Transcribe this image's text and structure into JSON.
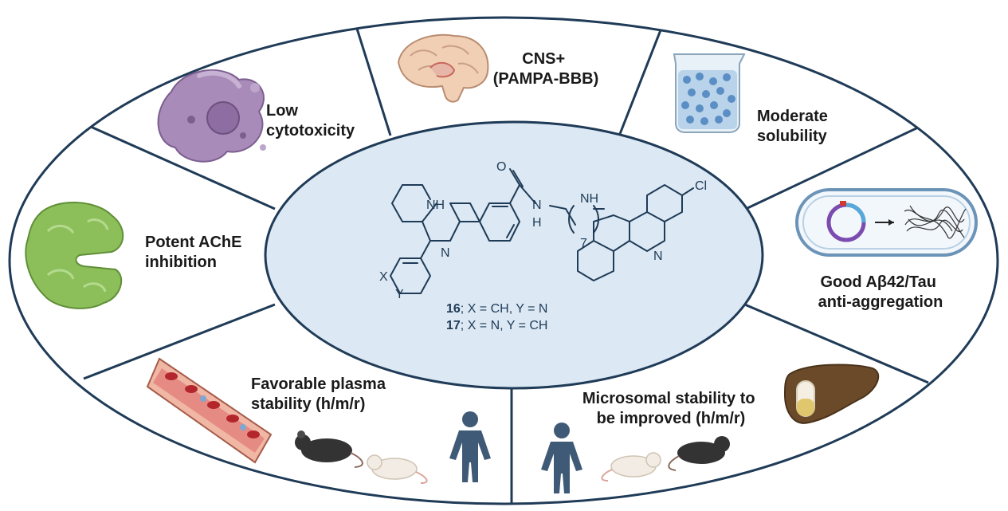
{
  "panels": {
    "cytotoxicity": {
      "lines": [
        "Low",
        "cytotoxicity"
      ],
      "icon": "cell-icon"
    },
    "cns": {
      "lines": [
        "CNS+",
        "(PAMPA-BBB)"
      ],
      "icon": "brain-icon"
    },
    "solubility": {
      "lines": [
        "Moderate",
        "solubility"
      ],
      "icon": "beaker-icon"
    },
    "ache": {
      "lines": [
        "Potent AChE",
        "inhibition"
      ],
      "icon": "enzyme-icon"
    },
    "aggregation": {
      "lines": [
        "Good Aβ42/Tau",
        "anti-aggregation"
      ],
      "icon": "bacterium-plasmid-icon"
    },
    "plasma": {
      "lines": [
        "Favorable plasma",
        "stability (h/m/r)"
      ],
      "icon": "blood-vessel-icon"
    },
    "microsomal": {
      "lines": [
        "Microsomal stability to",
        "be improved (h/m/r)"
      ],
      "icon": "liver-icon"
    }
  },
  "molecule": {
    "atoms": {
      "nh_top": "NH",
      "n_left": "N",
      "o": "O",
      "n_amide": "N",
      "h_amide": "H",
      "nh_link": "NH",
      "n_right": "N",
      "cl": "Cl",
      "x": "X",
      "y": "Y",
      "chain_n": "7"
    },
    "compounds": [
      {
        "id": "16",
        "rest": "; X = CH, Y = N"
      },
      {
        "id": "17",
        "rest": "; X = N, Y = CH"
      }
    ]
  },
  "colors": {
    "ring_fill": "#ffffff",
    "outline": "#1f3b57",
    "center_fill": "#dce9f4",
    "cell": "#a98bb9",
    "enzyme": "#8cbf5a",
    "beaker_beads": "#5a8ec4",
    "blood": "#b3262b",
    "liver": "#6b4a2a",
    "human": "#3f5a76",
    "mouse_dark": "#333333",
    "mouse_light": "#f2ece4"
  }
}
